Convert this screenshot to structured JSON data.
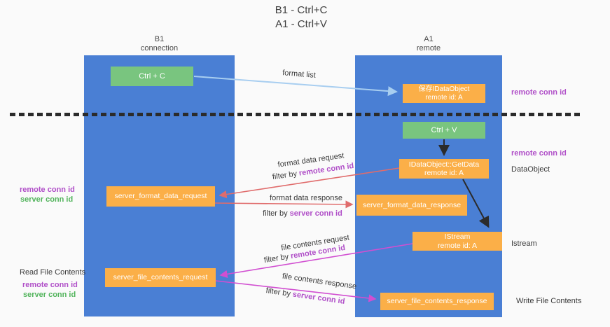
{
  "title": {
    "line1": "B1 - Ctrl+C",
    "line2": "A1 - Ctrl+V"
  },
  "columns": {
    "left": {
      "header1": "B1",
      "header2": "connection"
    },
    "right": {
      "header1": "A1",
      "header2": "remote"
    }
  },
  "boxes": {
    "ctrl_c": "Ctrl + C",
    "ctrl_v": "Ctrl + V",
    "saved_dataobject": {
      "line1": "保存IDataObject",
      "line2": "remote id: A"
    },
    "getdata": {
      "line1": "IDataObject::GetData",
      "line2": "remote id: A"
    },
    "istream": {
      "line1": "IStream",
      "line2": "remote id: A"
    },
    "format_request": "server_format_data_request",
    "format_response": "server_format_data_response",
    "file_request": "server_file_contents_request",
    "file_response": "server_file_contents_response"
  },
  "right_labels": {
    "remote_conn_id_top": "remote conn id",
    "remote_conn_id_mid": "remote conn id",
    "dataobject": "DataObject",
    "istream": "Istream",
    "write_file_contents": "Write File Contents"
  },
  "left_labels": {
    "remote_conn_id_1": "remote conn id",
    "server_conn_id_1": "server conn id",
    "read_file_contents": "Read File Contents",
    "remote_conn_id_2": "remote conn id",
    "server_conn_id_2": "server conn id"
  },
  "arrow_labels": {
    "format_list": "format list",
    "format_data_request": "format data request",
    "format_data_response": "format data response",
    "file_contents_request": "file contents request",
    "file_contents_response": "file contents response",
    "filter_by": "filter by",
    "remote_conn_id": "remote conn id",
    "server_conn_id": "server conn id"
  },
  "colors": {
    "lane_blue": "#4a7fd4",
    "box_orange": "#fbaf48",
    "box_green": "#79c57f",
    "purple_text": "#b04fc8",
    "green_text": "#52b45c",
    "red_arrow": "#e06c6c",
    "magenta_arrow": "#d14fd1",
    "light_blue_arrow": "#a8cef0",
    "black_arrow": "#2b2b2b",
    "background": "#fafafa"
  }
}
